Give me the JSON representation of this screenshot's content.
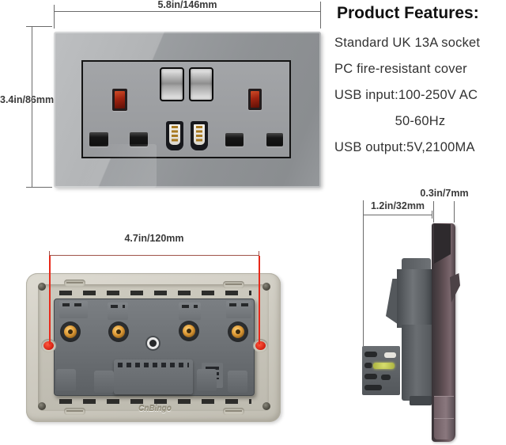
{
  "features": {
    "title": "Product Features:",
    "items": [
      "Standard UK 13A socket",
      "PC fire-resistant cover",
      "USB input:100-250V AC",
      "50-60Hz",
      "USB output:5V,2100MA"
    ]
  },
  "front_view": {
    "width_label": "5.8in/146mm",
    "height_label": "3.4in/86mm"
  },
  "back_view": {
    "width_label": "4.7in/120mm",
    "brand": "CnBingo"
  },
  "side_view": {
    "depth_label": "1.2in/32mm",
    "thickness_label": "0.3in/7mm"
  },
  "colors": {
    "dimension_line": "#6b6b6b",
    "back_dimension_line": "#a0544a",
    "red_marker": "#e8291a",
    "indicator_red": "#9e2310",
    "glass_grey": "#8f9295",
    "back_plate": "#cfccc2",
    "brass_terminal": "#de9a36"
  }
}
